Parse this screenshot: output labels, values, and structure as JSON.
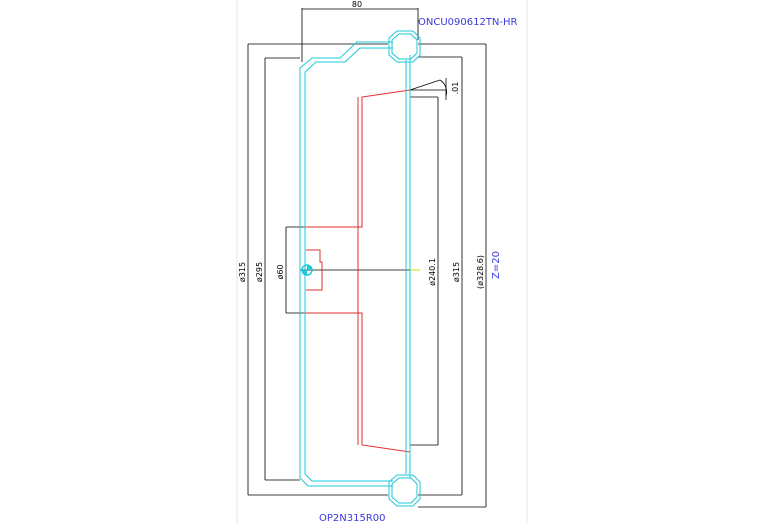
{
  "drawing": {
    "insert_label": "ONCU090612TN-HR",
    "cutter_label": "OP2N315R00",
    "teeth_label": "Z=20",
    "dimensions": {
      "top_width": "80",
      "angle_tol": ".01",
      "d315_left": "ø315",
      "d295": "ø295",
      "d60": "ø60",
      "d240": "ø240.1",
      "d315_right": "ø315",
      "d328": "(ø328.6)"
    }
  },
  "colors": {
    "dimension": "#000000",
    "body": "#e03030",
    "profile": "#1ec8d8",
    "label": "#3a3ae0",
    "axis": "#d8d800"
  }
}
